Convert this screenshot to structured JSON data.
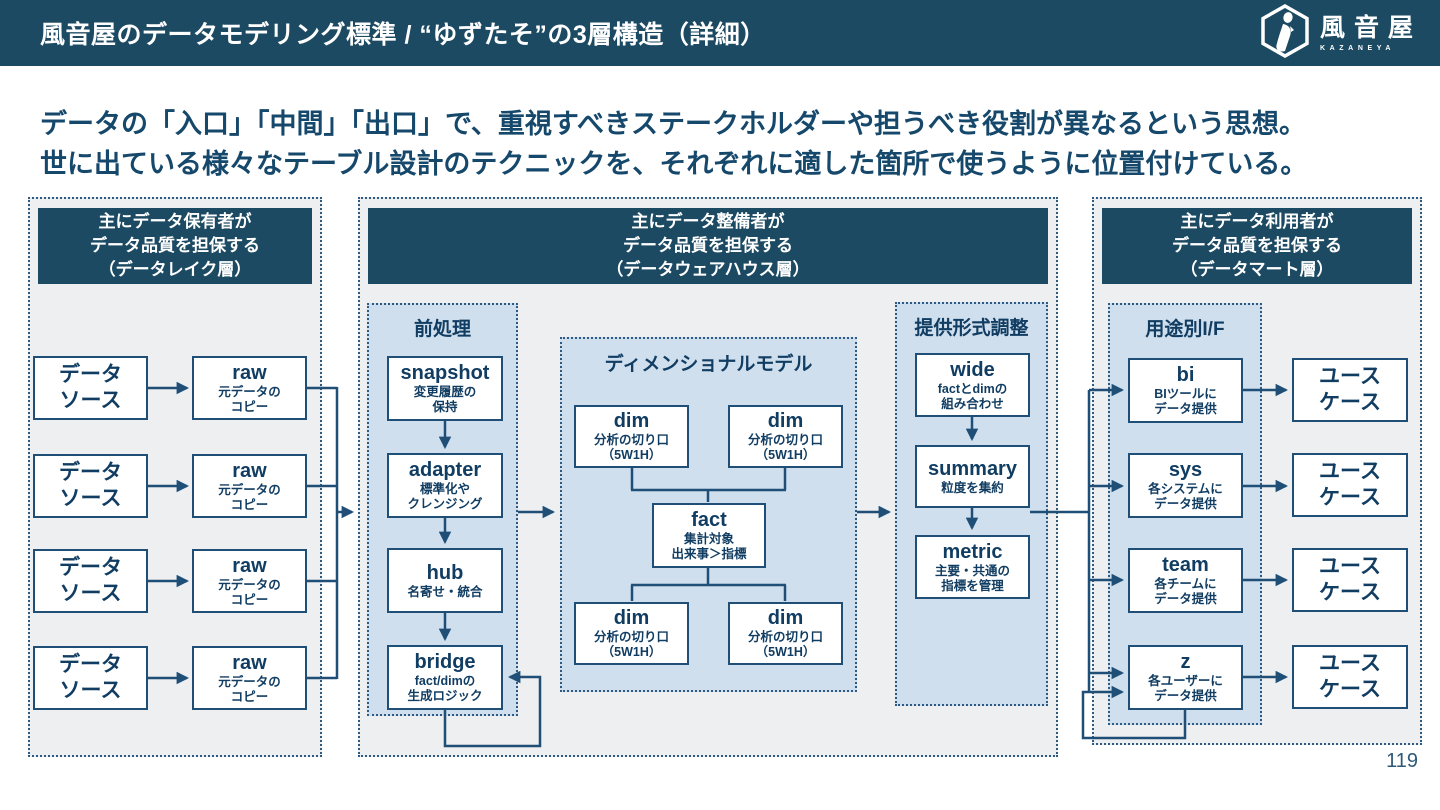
{
  "slide": {
    "title": "風音屋のデータモデリング標準 / “ゆずたそ”の3層構造（詳細）",
    "page_number": "119",
    "logo": {
      "brand": "風音屋",
      "brand_sub": "KAZANEYA",
      "icon": "kazaneya-hexagon-figure"
    }
  },
  "intro": {
    "line1": "データの「入口」「中間」「出口」で、重視すべきステークホルダーや担うべき役割が異なるという思想。",
    "line2": "世に出ている様々なテーブル設計のテクニックを、それぞれに適した箇所で使うように位置付けている。"
  },
  "lake": {
    "header": "主にデータ保有者が\nデータ品質を担保する\n（データレイク層）",
    "rows": [
      {
        "source": "データ\nソース",
        "raw_title": "raw",
        "raw_sub": "元データの\nコピー"
      },
      {
        "source": "データ\nソース",
        "raw_title": "raw",
        "raw_sub": "元データの\nコピー"
      },
      {
        "source": "データ\nソース",
        "raw_title": "raw",
        "raw_sub": "元データの\nコピー"
      },
      {
        "source": "データ\nソース",
        "raw_title": "raw",
        "raw_sub": "元データの\nコピー"
      }
    ]
  },
  "warehouse": {
    "header": "主にデータ整備者が\nデータ品質を担保する\n（データウェアハウス層）",
    "preprocess": {
      "title": "前処理",
      "boxes": [
        {
          "title": "snapshot",
          "sub": "変更履歴の\n保持"
        },
        {
          "title": "adapter",
          "sub": "標準化や\nクレンジング"
        },
        {
          "title": "hub",
          "sub": "名寄せ・統合"
        },
        {
          "title": "bridge",
          "sub": "fact/dimの\n生成ロジック"
        }
      ]
    },
    "dimensional": {
      "title": "ディメンショナルモデル",
      "dims": [
        {
          "title": "dim",
          "sub": "分析の切り口\n（5W1H）"
        },
        {
          "title": "dim",
          "sub": "分析の切り口\n（5W1H）"
        },
        {
          "title": "dim",
          "sub": "分析の切り口\n（5W1H）"
        },
        {
          "title": "dim",
          "sub": "分析の切り口\n（5W1H）"
        }
      ],
      "fact": {
        "title": "fact",
        "sub": "集計対象\n出来事＞指標"
      }
    },
    "delivery": {
      "title": "提供形式調整",
      "boxes": [
        {
          "title": "wide",
          "sub": "factとdimの\n組み合わせ"
        },
        {
          "title": "summary",
          "sub": "粒度を集約"
        },
        {
          "title": "metric",
          "sub": "主要・共通の\n指標を管理"
        }
      ]
    }
  },
  "mart": {
    "header": "主にデータ利用者が\nデータ品質を担保する\n（データマート層）",
    "interfaces": {
      "title": "用途別I/F",
      "boxes": [
        {
          "title": "bi",
          "sub": "BIツールに\nデータ提供"
        },
        {
          "title": "sys",
          "sub": "各システムに\nデータ提供"
        },
        {
          "title": "team",
          "sub": "各チームに\nデータ提供"
        },
        {
          "title": "z",
          "sub": "各ユーザーに\nデータ提供"
        }
      ]
    },
    "usecases": [
      {
        "label": "ユース\nケース"
      },
      {
        "label": "ユース\nケース"
      },
      {
        "label": "ユース\nケース"
      },
      {
        "label": "ユース\nケース"
      }
    ]
  },
  "colors": {
    "header_navy": "#1d4a63",
    "box_border_navy": "#1f4e77",
    "text_navy": "#113d62",
    "light_blue_panel": "#cfdfee",
    "section_gray": "#edeff1",
    "background": "#ffffff"
  }
}
